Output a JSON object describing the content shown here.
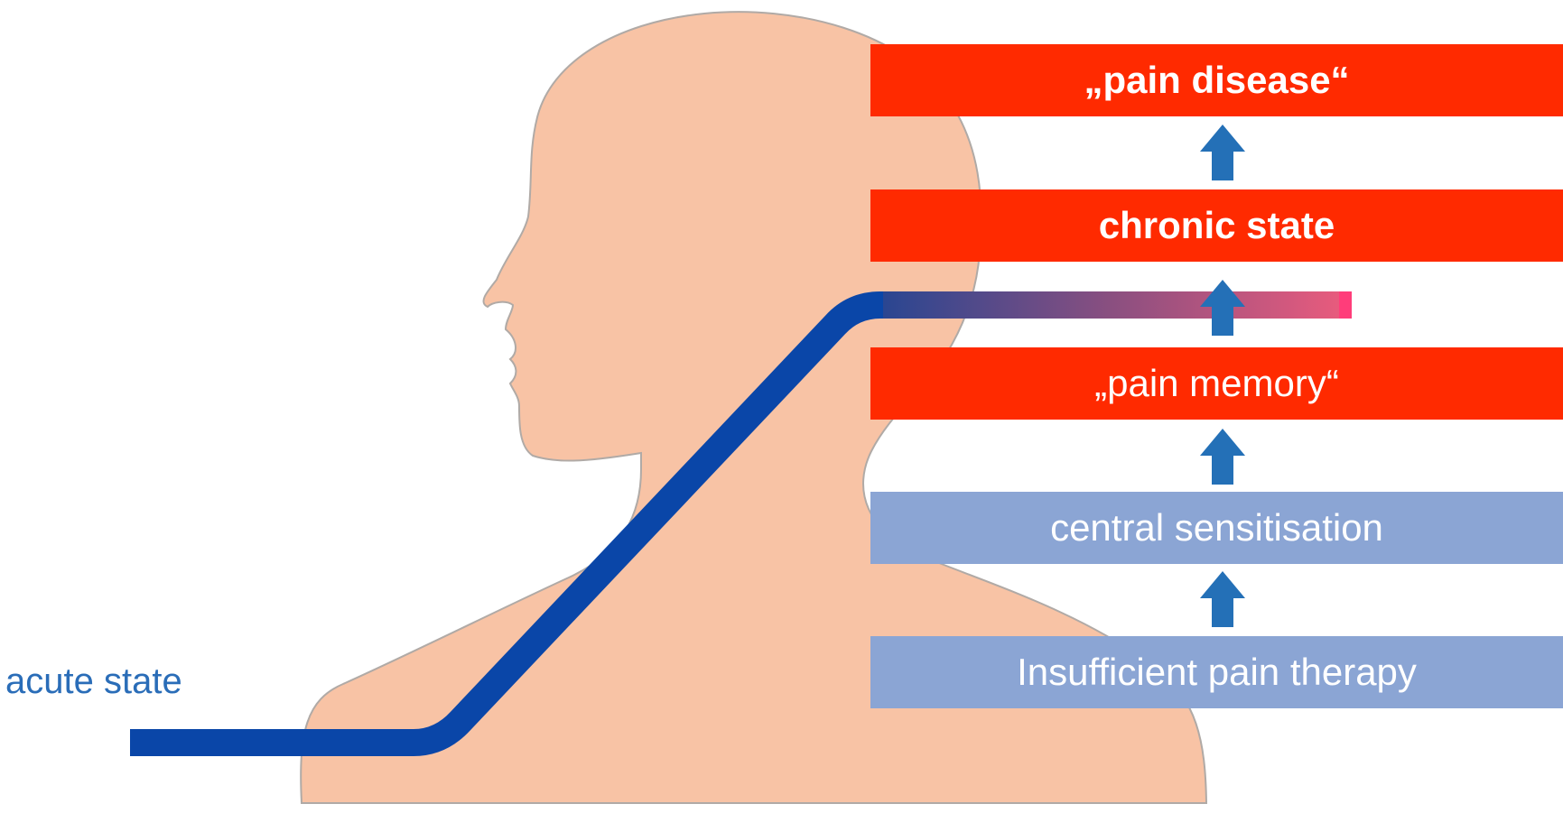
{
  "labels": {
    "acute_state": "acute state"
  },
  "levels": [
    {
      "text": "„pain disease“",
      "bold": true,
      "color": "#ff2a00"
    },
    {
      "text": "chronic state",
      "bold": true,
      "color": "#ff2a00"
    },
    {
      "text": "„pain memory“",
      "bold": false,
      "color": "#ff2a00"
    },
    {
      "text": "central sensitisation",
      "bold": false,
      "color": "#8ba5d4"
    },
    {
      "text": "Insufficient pain therapy",
      "bold": false,
      "color": "#8ba5d4"
    }
  ],
  "colors": {
    "head_fill": "#f8c3a5",
    "head_outline": "#b0aaa6",
    "pathway_line": "#0a46a8",
    "pathway_gradient_end": "#ff3d7a",
    "arrow": "#2470b7",
    "acute_label": "#2a6db8"
  },
  "icons": {
    "head": "head-silhouette",
    "arrow": "up-arrow-icon"
  }
}
